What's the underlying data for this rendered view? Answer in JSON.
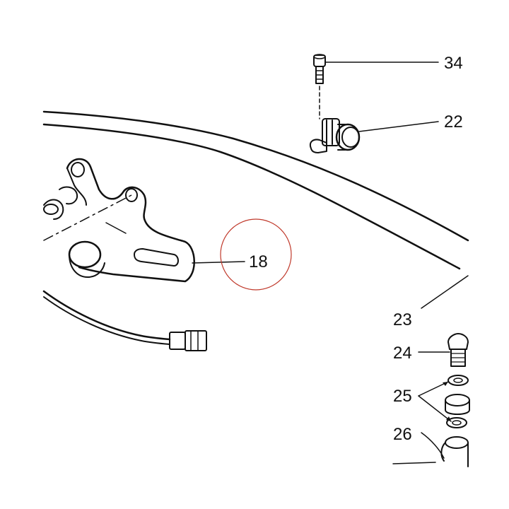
{
  "diagram": {
    "callouts": {
      "c34": "34",
      "c22": "22",
      "c18": "18",
      "c23": "23",
      "c24": "24",
      "c25": "25",
      "c26": "26"
    },
    "highlight_color": "#c0392b",
    "line_color": "#111111"
  }
}
